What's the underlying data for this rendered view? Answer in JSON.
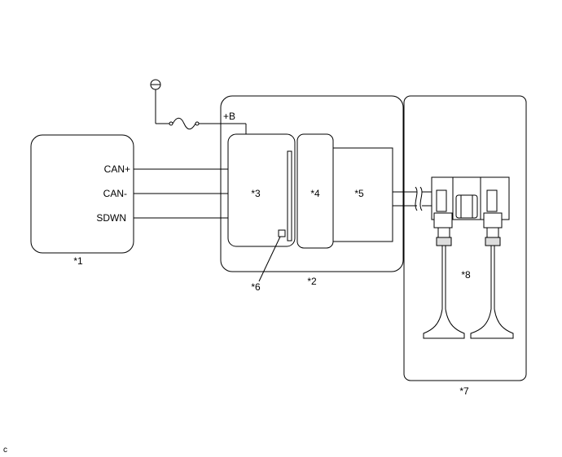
{
  "labels": {
    "ecu": "*1",
    "actuator_assembly": "*2",
    "control_unit": "*3",
    "driver_unit": "*4",
    "motor_unit": "*5",
    "sensor": "*6",
    "engine_side": "*7",
    "valves": "*8"
  },
  "terminals": {
    "power": "+B",
    "can_high": "CAN+",
    "can_low": "CAN-",
    "shutdown": "SDWN"
  },
  "corner_mark": "c",
  "colors": {
    "line": "#000000",
    "background": "#ffffff",
    "valve_fill": "#dddddd"
  }
}
